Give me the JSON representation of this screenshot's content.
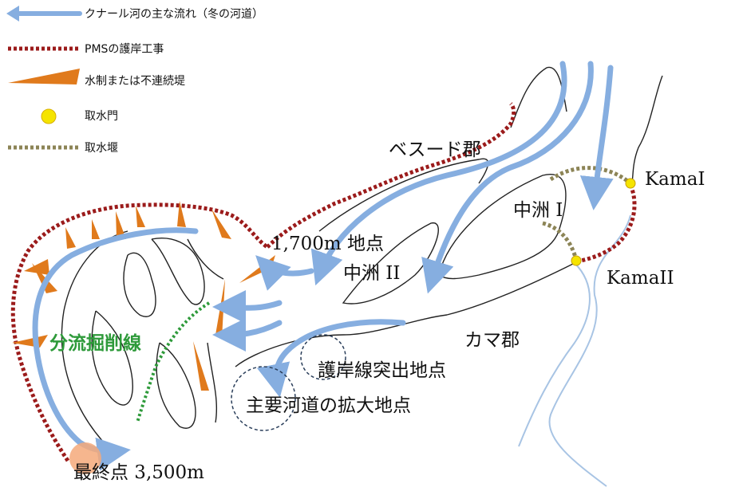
{
  "legend": {
    "items": [
      {
        "key": "winter-flow",
        "label": "クナール河の主な流れ（冬の河道）"
      },
      {
        "key": "pms-revetment",
        "label": "PMSの護岸工事"
      },
      {
        "key": "spur-dike",
        "label": "水制または不連続堤"
      },
      {
        "key": "intake-gate",
        "label": "取水門"
      },
      {
        "key": "intake-weir",
        "label": "取水堰"
      }
    ]
  },
  "labels": {
    "besud": "ベスード郡",
    "kama_district": "カマ郡",
    "point_1700": "1,700m 地点",
    "sandbar_1": "中洲 I",
    "sandbar_2": "中洲 II",
    "kama_1": "KamaI",
    "kama_2": "KamaII",
    "diversion": "分流掘削線",
    "protrusion": "護岸線突出地点",
    "expansion": "主要河道の拡大地点",
    "final_point": "最終点 3,500m"
  },
  "colors": {
    "flow": "#86aee0",
    "revetment": "#9b1b1b",
    "spur": "#e07a1c",
    "gate": "#f5e400",
    "weir": "#8c8456",
    "diversion": "#2e9a3a",
    "final_marker": "#f4a97a",
    "river_edge": "#a8c4e4"
  }
}
